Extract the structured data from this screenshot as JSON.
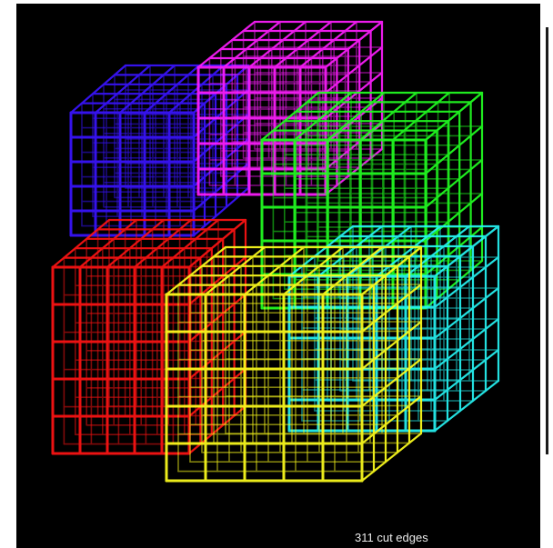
{
  "caption": "311 cut edges",
  "background": "#000000",
  "grid_divisions": 5,
  "blocks": [
    {
      "name": "blue-block",
      "color": "#3a14ff"
    },
    {
      "name": "magenta-block",
      "color": "#ff1eff"
    },
    {
      "name": "green-block",
      "color": "#22ff22"
    },
    {
      "name": "red-block",
      "color": "#ff1414"
    },
    {
      "name": "cyan-block",
      "color": "#26f4f4"
    },
    {
      "name": "yellow-block",
      "color": "#ffff1e"
    }
  ]
}
